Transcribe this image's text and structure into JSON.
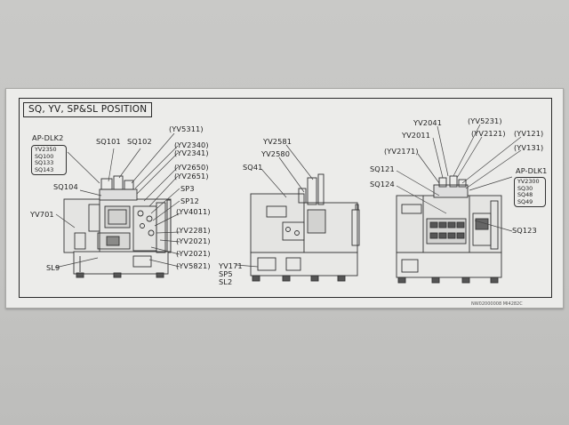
{
  "title": "SQ, YV, SP&SL POSITION",
  "doc_number": "NW02000008 MI4282C",
  "left_machine": {
    "group_header": "AP-DLK2",
    "group_items": [
      "YV2350",
      "SQ100",
      "SQ133",
      "SQ143"
    ],
    "labels": {
      "sq101": "SQ101",
      "sq102": "SQ102",
      "sq104": "SQ104",
      "yv701": "YV701",
      "sl9": "SL9",
      "yv5311": "YV5311",
      "yv2340": "YV2340",
      "yv2341": "YV2341",
      "yv2650": "YV2650",
      "yv2651": "YV2651",
      "sp3": "SP3",
      "sp12": "SP12",
      "yv4011": "YV4011",
      "yv2281": "YV2281",
      "yv2021a": "YV2021",
      "yv2021b": "YV2021",
      "yv5821": "YV5821"
    }
  },
  "middle_machine": {
    "labels": {
      "yv2581": "YV2581",
      "yv2580": "YV2580",
      "sq41": "SQ41",
      "yv171": "YV171",
      "sp5": "SP5",
      "sl2": "SL2"
    }
  },
  "right_machine": {
    "group_header": "AP-DLK1",
    "group_items": [
      "YV2300",
      "SQ30",
      "SQ48",
      "SQ49"
    ],
    "labels": {
      "yv2041": "YV2041",
      "yv5231": "YV5231",
      "yv2011": "YV2011",
      "yv2121": "YV2121",
      "yv121": "YV121",
      "yv2171": "YV2171",
      "yv131": "YV131",
      "sq121": "SQ121",
      "sq124": "SQ124",
      "sq123": "SQ123"
    }
  }
}
